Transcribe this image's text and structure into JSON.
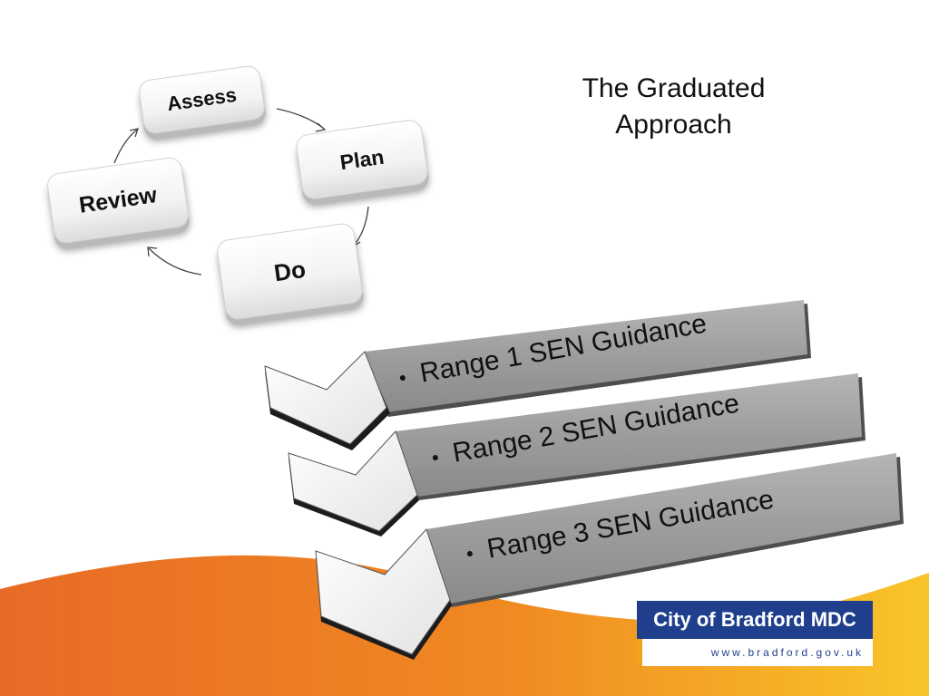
{
  "slide": {
    "title_line1": "The Graduated",
    "title_line2": "Approach"
  },
  "cycle": {
    "steps": [
      "Assess",
      "Plan",
      "Do",
      "Review"
    ]
  },
  "guidance": {
    "bullet": "•",
    "items": [
      "Range 1 SEN Guidance",
      "Range 2 SEN Guidance",
      "Range 3 SEN Guidance"
    ]
  },
  "logo": {
    "name": "City of Bradford MDC",
    "url": "www.bradford.gov.uk"
  },
  "colors": {
    "background": "#ffffff",
    "wave_orange": "#e8762b",
    "wave_yellow": "#f7c52a",
    "band_gray": "#9a9a9a",
    "logo_blue": "#1f3f8c"
  }
}
